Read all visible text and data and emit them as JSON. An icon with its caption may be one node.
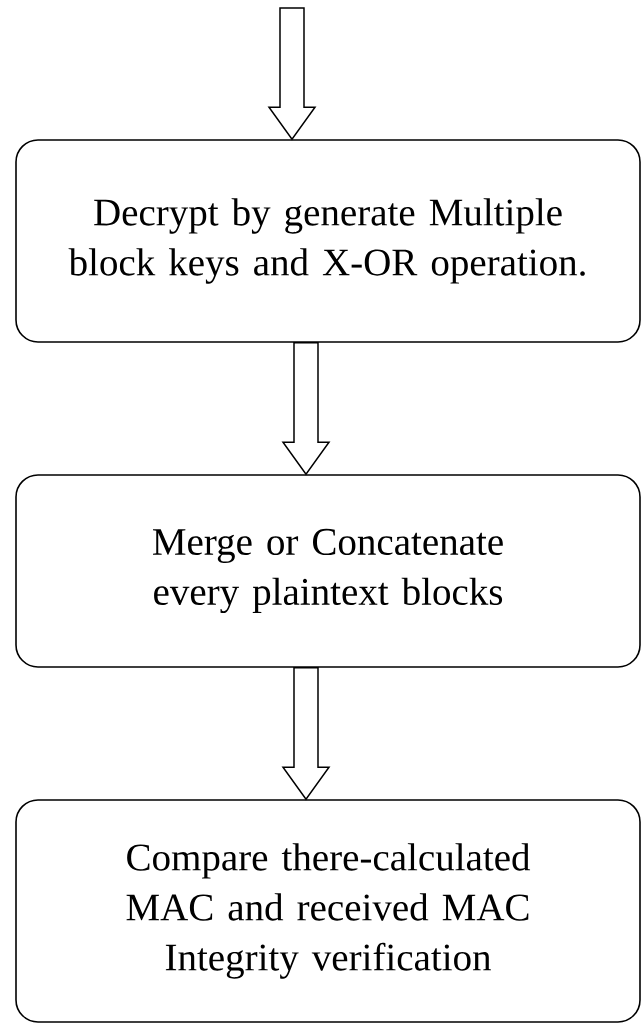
{
  "diagram": {
    "nodes": [
      {
        "text": [
          "Decrypt by generate Multiple block keys and X-OR operation."
        ]
      },
      {
        "text": [
          "Merge or Concatenate every plaintext blocks"
        ]
      },
      {
        "text": [
          "Compare there-calculated MAC and received MAC Integrity verification"
        ]
      }
    ],
    "edges": [
      {
        "from": null,
        "to": 0,
        "arrow": "to"
      },
      {
        "from": 0,
        "to": 1,
        "arrow": "to"
      },
      {
        "from": 1,
        "to": 2,
        "arrow": "to"
      }
    ]
  }
}
